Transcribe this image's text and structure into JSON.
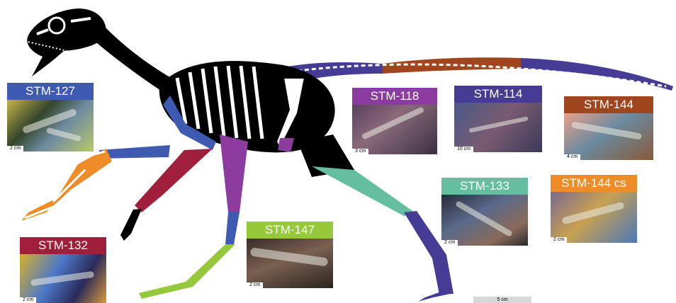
{
  "colors": {
    "stm127": "#3e5bb1",
    "stm132": "#a0203c",
    "stm147": "#96c83c",
    "stm118": "#8c3c9e",
    "stm114": "#463c96",
    "stm144": "#a0461e",
    "stm133": "#64bea0",
    "stm144cs": "#ee8c28",
    "skeleton": "#000000"
  },
  "specimens": [
    {
      "id": "stm127",
      "label": "STM-127",
      "scale": "2 cm"
    },
    {
      "id": "stm132",
      "label": "STM-132",
      "scale": "2 cm"
    },
    {
      "id": "stm147",
      "label": "STM-147",
      "scale": "2 cm"
    },
    {
      "id": "stm118",
      "label": "STM-118",
      "scale": "3 cm"
    },
    {
      "id": "stm114",
      "label": "STM-114",
      "scale": "10 cm"
    },
    {
      "id": "stm144",
      "label": "STM-144",
      "scale": "4 cm"
    },
    {
      "id": "stm133",
      "label": "STM-133",
      "scale": "2 cm"
    },
    {
      "id": "stm144cs",
      "label": "STM-144 cs",
      "scale": "2 cm"
    }
  ],
  "main_scale": "5 cm"
}
